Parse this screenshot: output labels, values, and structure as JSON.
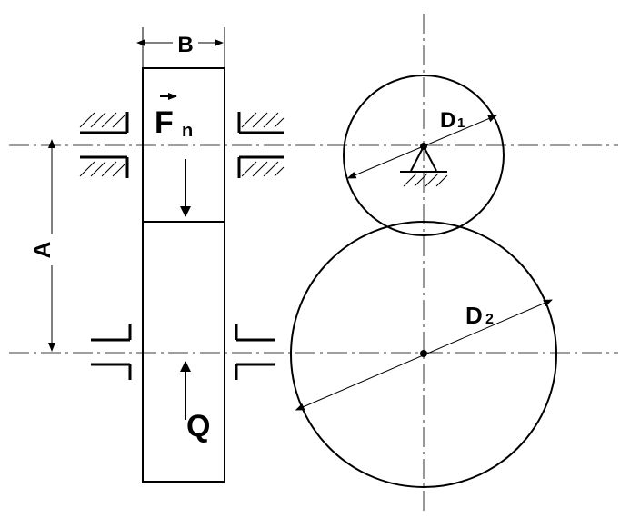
{
  "labels": {
    "width": "B",
    "distance": "A",
    "force": "F",
    "force_sub": "n",
    "load": "Q",
    "d1": "D",
    "d1_sub": "1",
    "d2": "D",
    "d2_sub": "2"
  },
  "colors": {
    "stroke": "#000000",
    "background": "#ffffff"
  }
}
